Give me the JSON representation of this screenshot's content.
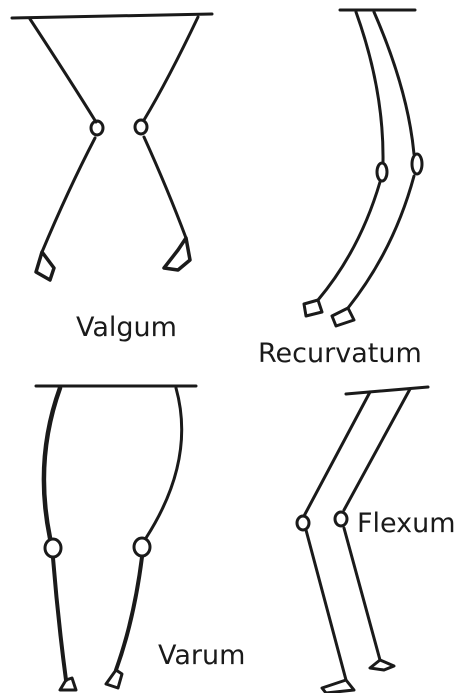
{
  "labels": {
    "valgum": "Valgum",
    "recurvatum": "Recurvatum",
    "flexum": "Flexum",
    "varum": "Varum"
  },
  "colors": {
    "ink": "#1a1a1a",
    "background": "#ffffff"
  }
}
